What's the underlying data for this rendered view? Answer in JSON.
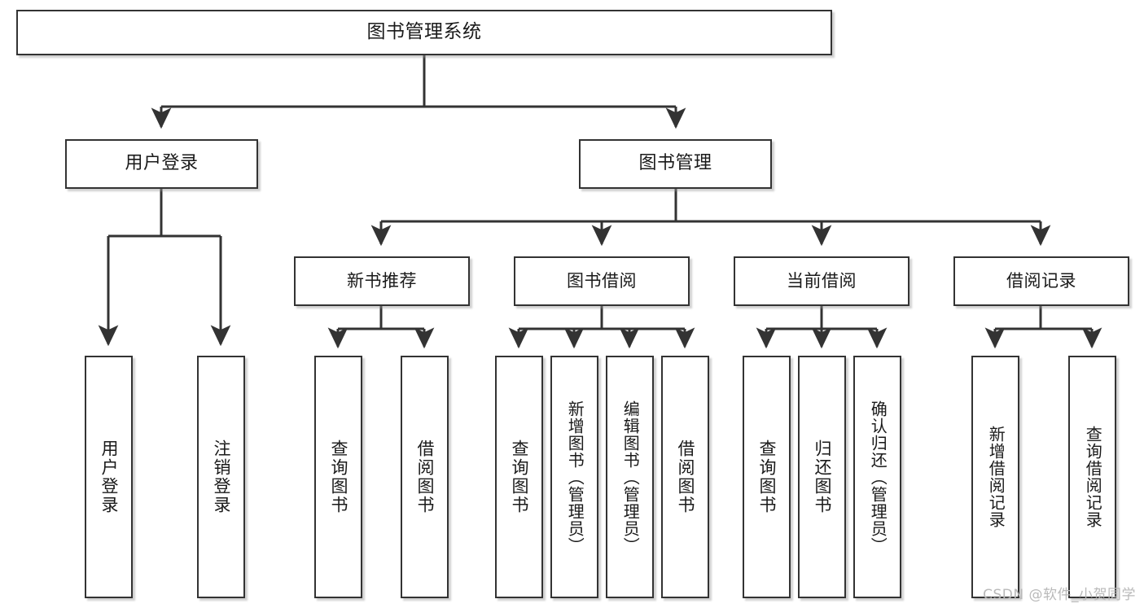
{
  "diagram": {
    "title": "图书管理系统",
    "type": "tree",
    "watermark": "CSDN @软件_小贺同学",
    "colors": {
      "box_border": "#333333",
      "box_fill": "#ffffff",
      "connector": "#333333",
      "text": "#1a1a1a",
      "watermark": "#b9b9b9",
      "background": "#ffffff"
    },
    "root": {
      "label": "图书管理系统"
    },
    "level2": [
      {
        "label": "用户登录"
      },
      {
        "label": "图书管理"
      }
    ],
    "level3": [
      {
        "label": "新书推荐"
      },
      {
        "label": "图书借阅"
      },
      {
        "label": "当前借阅"
      },
      {
        "label": "借阅记录"
      }
    ],
    "leaves": {
      "user_login": [
        {
          "label": "用户登录"
        },
        {
          "label": "注销登录"
        }
      ],
      "new_book_recommend": [
        {
          "label": "查询图书"
        },
        {
          "label": "借阅图书"
        }
      ],
      "book_borrow": [
        {
          "label": "查询图书"
        },
        {
          "label": "新增图书（管理员）"
        },
        {
          "label": "编辑图书（管理员）"
        },
        {
          "label": "借阅图书"
        }
      ],
      "current_borrow": [
        {
          "label": "查询图书"
        },
        {
          "label": "归还图书"
        },
        {
          "label": "确认归还（管理员）"
        }
      ],
      "borrow_record": [
        {
          "label": "新增借阅记录"
        },
        {
          "label": "查询借阅记录"
        }
      ]
    }
  }
}
